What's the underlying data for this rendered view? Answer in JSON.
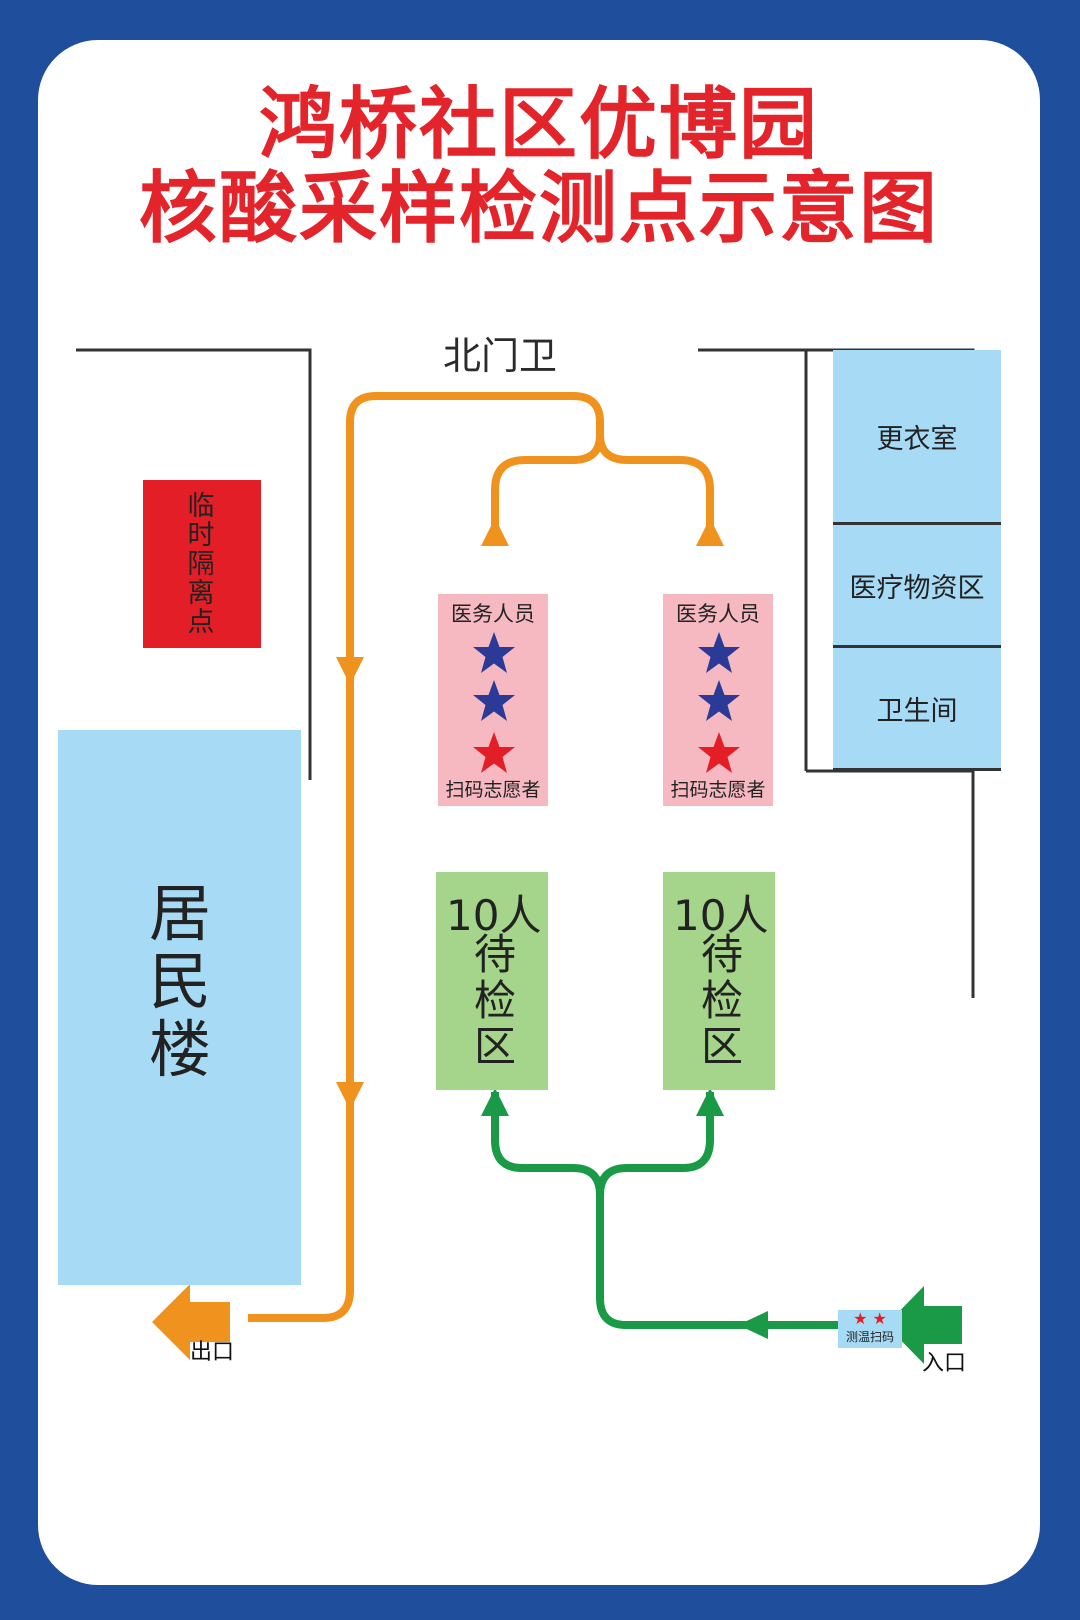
{
  "title": {
    "line1": "鸿桥社区优博园",
    "line2": "核酸采样检测点示意图"
  },
  "north_gate": "北门卫",
  "isolation_point": "临时隔离点",
  "residential_building": "居民楼",
  "rooms": [
    "更衣室",
    "医疗物资区",
    "卫生间"
  ],
  "stations": [
    {
      "top_label": "医务人员",
      "bottom_label": "扫码志愿者"
    },
    {
      "top_label": "医务人员",
      "bottom_label": "扫码志愿者"
    }
  ],
  "waiting_areas": [
    {
      "count": "10人",
      "label": "待检区"
    },
    {
      "count": "10人",
      "label": "待检区"
    }
  ],
  "temp_check": {
    "stars": "★ ★",
    "label": "测温扫码"
  },
  "exit_label": "出口",
  "entrance_label": "入口",
  "colors": {
    "border": "#1f4e9c",
    "title": "#e3242b",
    "exit_path": "#f0921e",
    "entry_path": "#1a9a47",
    "medical_star": "#2b3a96",
    "volunteer_star": "#e41e26",
    "room_fill": "#a7daf5",
    "station_fill": "#f6b9c1",
    "waiting_fill": "#a5d58a",
    "isolation_fill": "#e41e26"
  }
}
